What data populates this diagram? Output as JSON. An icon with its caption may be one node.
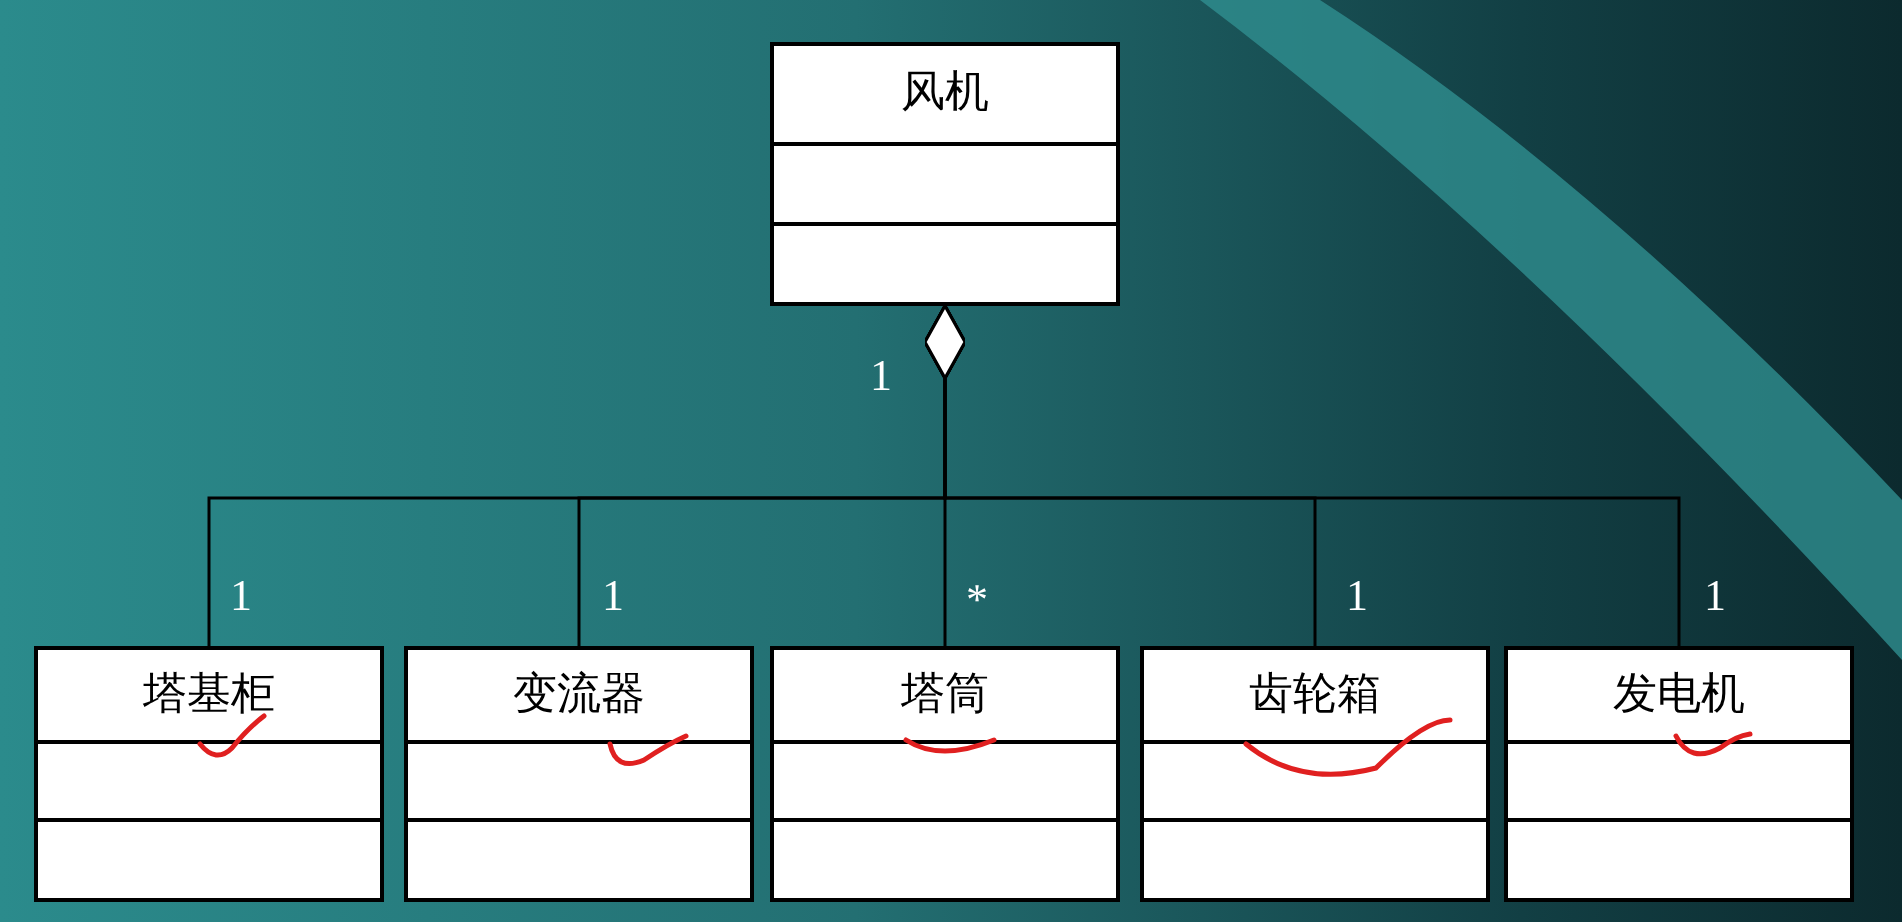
{
  "diagram": {
    "nodes": [
      {
        "text": [
          "风机"
        ]
      },
      {
        "text": [
          "塔基柜"
        ]
      },
      {
        "text": [
          "变流器"
        ]
      },
      {
        "text": [
          "塔筒"
        ]
      },
      {
        "text": [
          "齿轮箱"
        ]
      },
      {
        "text": [
          "发电机"
        ]
      }
    ],
    "edges": [
      {
        "from": 1,
        "to": 0,
        "arrow": "other"
      },
      {
        "from": 2,
        "to": 0,
        "arrow": "other"
      },
      {
        "from": 3,
        "to": 0,
        "arrow": "other"
      },
      {
        "from": 4,
        "to": 0,
        "arrow": "other"
      },
      {
        "from": 5,
        "to": 0,
        "arrow": "other"
      }
    ],
    "labels": [
      "1",
      "1",
      "1",
      "*",
      "1",
      "1"
    ]
  }
}
